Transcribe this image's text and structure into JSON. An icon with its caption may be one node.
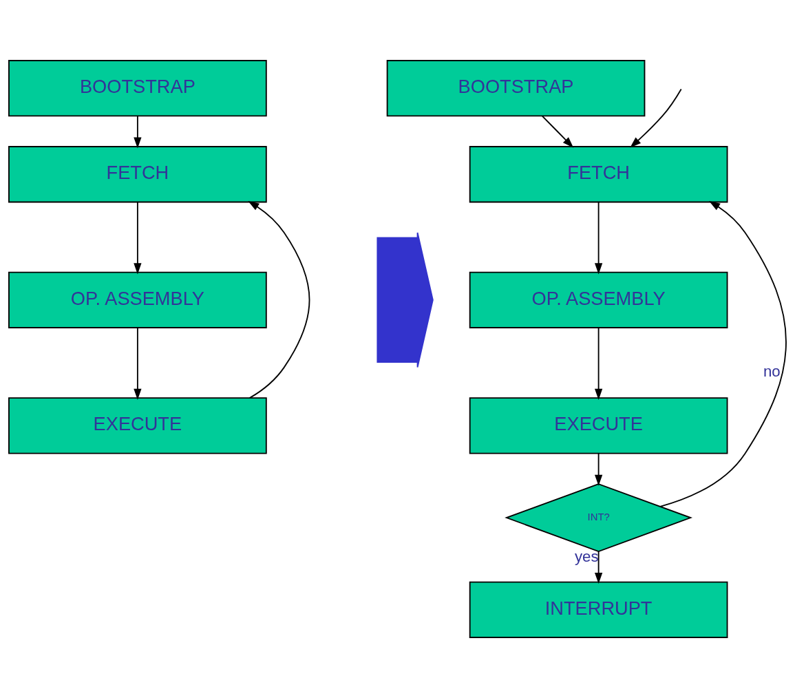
{
  "diagram": {
    "nodes": [
      {
        "text": [
          "BOOTSTRAP"
        ]
      },
      {
        "text": [
          "FETCH"
        ]
      },
      {
        "text": [
          "OP. ASSEMBLY"
        ]
      },
      {
        "text": [
          "EXECUTE"
        ]
      },
      {
        "text": [],
        "shape": "arrow"
      },
      {
        "text": [
          "BOOTSTRAP"
        ]
      },
      {
        "text": [
          "FETCH"
        ]
      },
      {
        "text": [
          "OP. ASSEMBLY"
        ]
      },
      {
        "text": [
          "EXECUTE"
        ]
      },
      {
        "text": [
          "INT?"
        ]
      },
      {
        "text": [
          "INTERRUPT"
        ]
      }
    ],
    "edges": [
      {
        "from": 0,
        "to": 1,
        "arrow": "to"
      },
      {
        "from": 1,
        "to": 2,
        "arrow": "to"
      },
      {
        "from": 2,
        "to": 3,
        "arrow": "to"
      },
      {
        "from": 3,
        "to": 1,
        "arrow": "to"
      },
      {
        "from": 5,
        "to": 6,
        "arrow": "to"
      },
      {
        "from": 6,
        "to": 7,
        "arrow": "to"
      },
      {
        "from": 7,
        "to": 8,
        "arrow": "to"
      },
      {
        "from": 8,
        "to": 9,
        "arrow": "to"
      },
      {
        "from": 9,
        "to": 6,
        "arrow": "to",
        "label": "no"
      },
      {
        "from": 9,
        "to": 10,
        "arrow": "to",
        "label": "yes"
      },
      {
        "from": null,
        "to": 6,
        "arrow": "to"
      }
    ]
  }
}
